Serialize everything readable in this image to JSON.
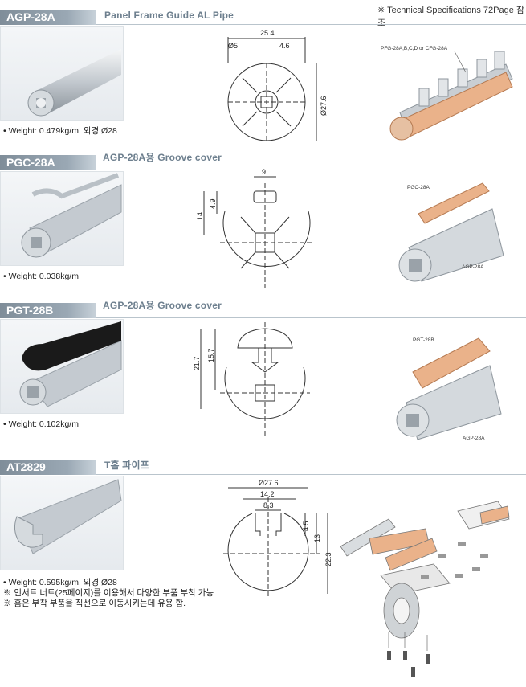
{
  "header": {
    "note": "※ Technical Specifications 72Page 참조"
  },
  "sections": [
    {
      "code": "AGP-28A",
      "title": "Panel Frame Guide  AL Pipe",
      "specs": [
        "•  Weight: 0.479kg/m, 외경 Ø28"
      ],
      "dims": {
        "d1": "25.4",
        "d2": "Ø5",
        "d3": "4.6",
        "d4": "Ø27.6"
      },
      "callouts": [
        "PFG-28A,B,C,D or CFG-28A"
      ]
    },
    {
      "code": "PGC-28A",
      "title": "AGP-28A용 Groove cover",
      "specs": [
        "•  Weight: 0.038kg/m"
      ],
      "dims": {
        "d1": "9",
        "d2": "4.9",
        "d3": "14"
      },
      "callouts": [
        "PGC-28A",
        "AGP-28A"
      ]
    },
    {
      "code": "PGT-28B",
      "title": "AGP-28A용 Groove cover",
      "specs": [
        "•  Weight:  0.102kg/m"
      ],
      "dims": {
        "d1": "21.7",
        "d2": "15.7"
      },
      "callouts": [
        "PGT-28B",
        "AGP-28A"
      ]
    },
    {
      "code": "AT2829",
      "title": "T홈 파이프",
      "specs": [
        "•  Weight: 0.595kg/m, 외경 Ø28",
        "※ 인서트 너트(25페이지)를 이용해서 다양한 부품 부착 가능",
        "※ 홈은 부착 부품을 직선으로 이동시키는데 유용 함."
      ],
      "dims": {
        "d1": "Ø27.6",
        "d2": "14.2",
        "d3": "8.3",
        "d4": "4.5",
        "d5": "13",
        "d6": "22.3"
      },
      "callouts": []
    }
  ]
}
